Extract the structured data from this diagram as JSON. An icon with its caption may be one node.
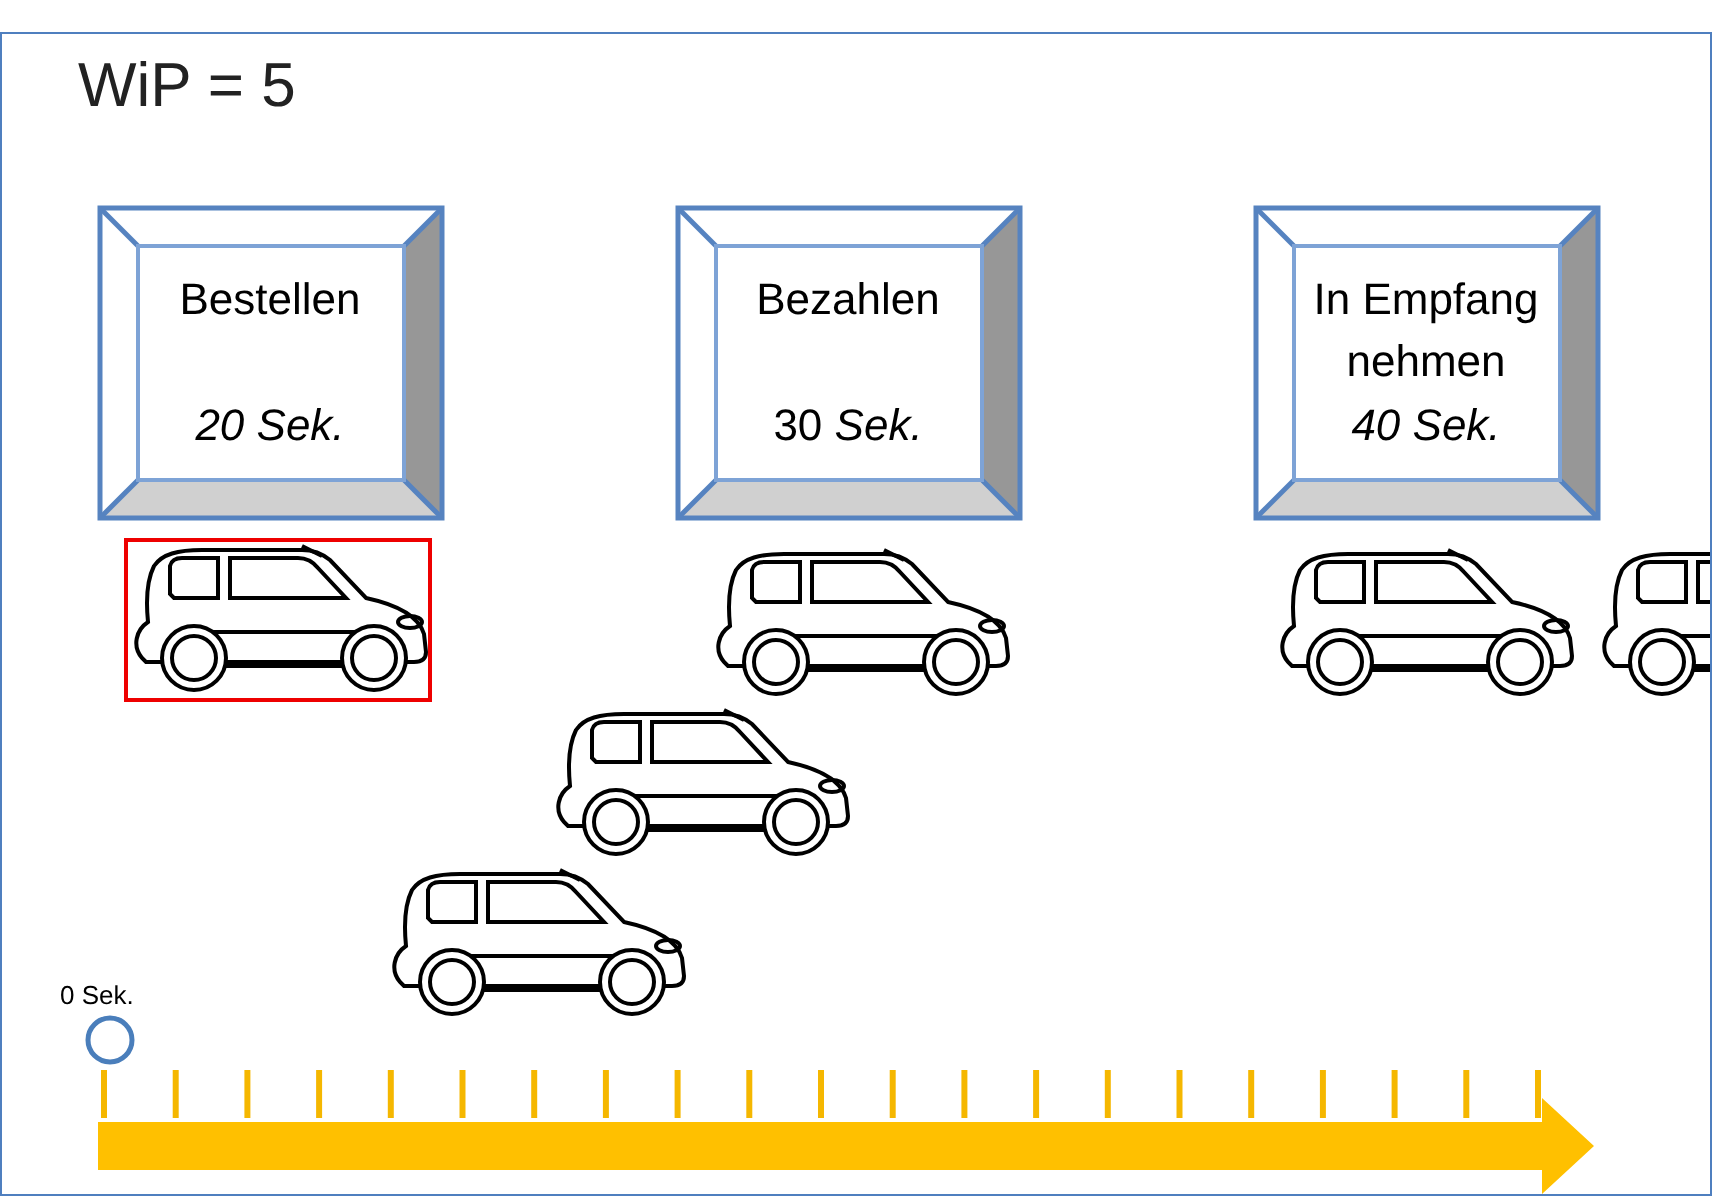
{
  "diagram": {
    "title": "WiP = 5",
    "nodes": [
      {
        "text": [
          "Bestellen",
          "*20 Sek.*"
        ]
      },
      {
        "text": [
          "Bezahlen",
          "30 *Sek.*"
        ]
      },
      {
        "text": [
          "In Empfang nehmen",
          "*40 Sek.*"
        ]
      }
    ],
    "labels": [
      "0 Sek."
    ]
  }
}
